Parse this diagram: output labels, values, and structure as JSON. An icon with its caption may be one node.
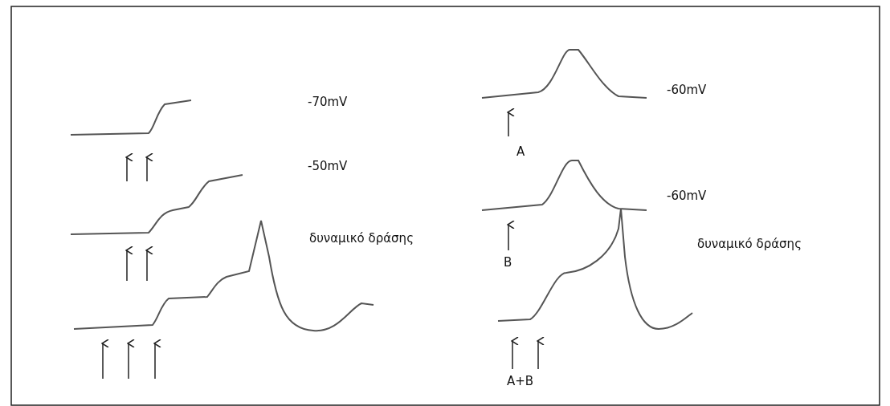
{
  "diagram": {
    "labels": [
      "-70mV",
      "-50mV",
      "δυναμικό δράσης",
      "-60mV",
      "A",
      "-60mV",
      "B",
      "δυναμικό δράσης",
      "A+B"
    ]
  }
}
